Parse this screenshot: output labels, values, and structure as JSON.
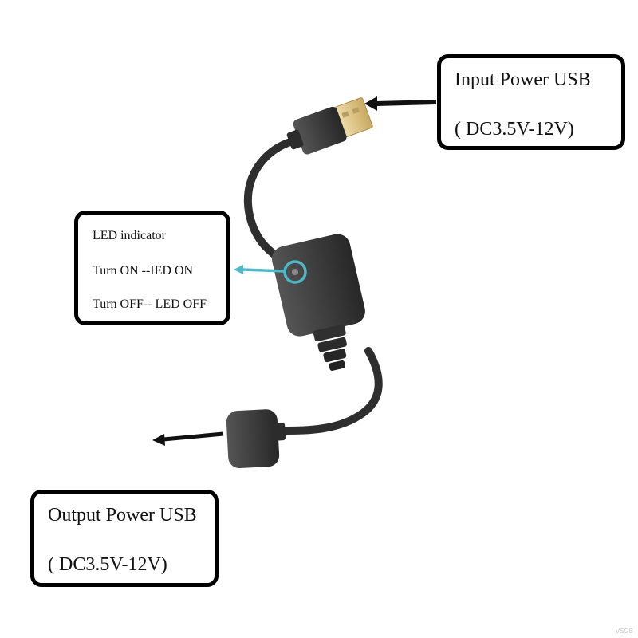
{
  "callouts": {
    "input": {
      "line1": "Input Power USB",
      "line2": "( DC3.5V-12V)"
    },
    "led": {
      "line1": "LED indicator",
      "line2": "Turn ON --IED ON",
      "line3": "Turn OFF-- LED OFF"
    },
    "output": {
      "line1": "Output Power USB",
      "line2": "( DC3.5V-12V)"
    }
  },
  "watermark": "VSGB",
  "colors": {
    "cable": "#2e2e2e",
    "plastic": "#3d3d3d",
    "metal": "#e3c98d",
    "led_arrow": "#4fb9c9",
    "border": "#000000"
  }
}
